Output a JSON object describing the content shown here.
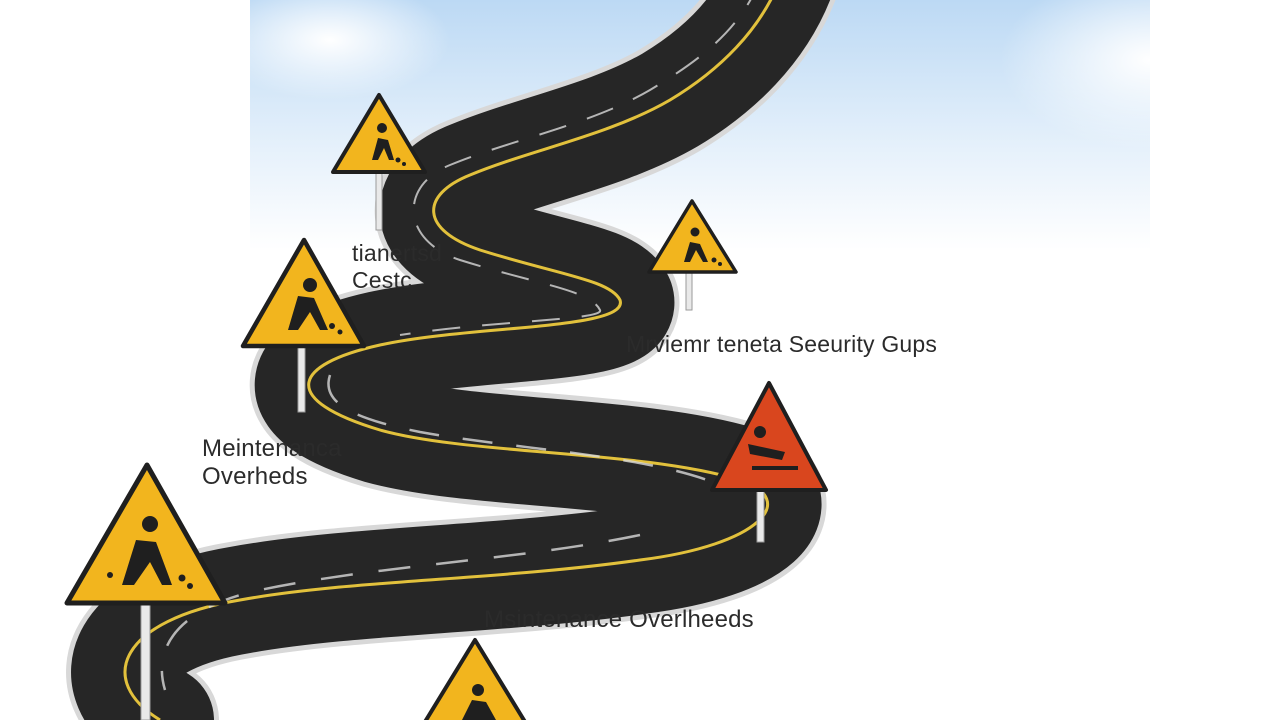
{
  "labels": {
    "unexpected_costs": [
      "tianertsd",
      "Cestc"
    ],
    "maintenance_left": [
      "Meintenanca",
      "Overheds"
    ],
    "security_gaps": "Mrviemr teneta  Seeurity Gups",
    "maintenance_bottom": "Msintenance Overlheeds"
  },
  "signs": [
    {
      "icon": "worker-warning-icon",
      "color": "#f2b51e"
    },
    {
      "icon": "worker-warning-icon",
      "color": "#f2b51e"
    },
    {
      "icon": "worker-warning-icon",
      "color": "#f2b51e"
    },
    {
      "icon": "fallen-worker-warning-icon",
      "color": "#d9461e"
    },
    {
      "icon": "worker-warning-icon",
      "color": "#f2b51e"
    },
    {
      "icon": "worker-warning-icon",
      "color": "#f2b51e"
    }
  ],
  "colors": {
    "road": "#262626",
    "centerline": "#e2c13c",
    "lane_marking": "#d9d9d9",
    "sky": "#cfe4f7"
  }
}
